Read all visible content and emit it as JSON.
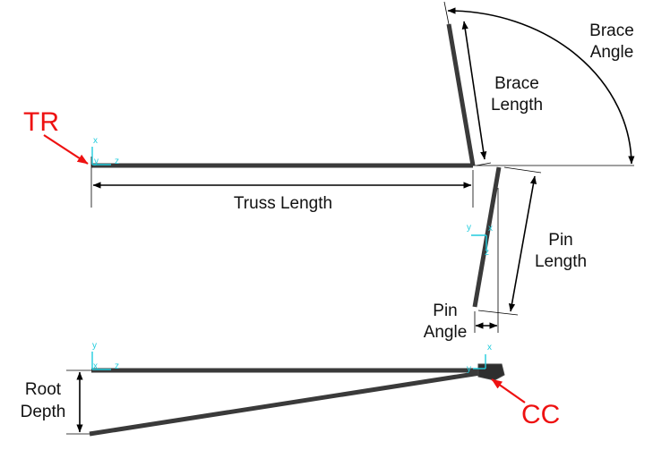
{
  "labels": {
    "brace_angle": [
      "Brace",
      "Angle"
    ],
    "brace_length": [
      "Brace",
      "Length"
    ],
    "truss_length": "Truss Length",
    "pin_length": [
      "Pin",
      "Length"
    ],
    "pin_angle": [
      "Pin",
      "Angle"
    ],
    "root_depth": [
      "Root",
      "Depth"
    ],
    "tr": "TR",
    "cc": "CC"
  },
  "axis_glyphs": {
    "x": "x",
    "y": "y",
    "z": "z"
  },
  "colors": {
    "beam": "#3a3a3a",
    "callout": "#ee1111",
    "axis_triad": "#22ccdd",
    "dimension": "#000000"
  }
}
